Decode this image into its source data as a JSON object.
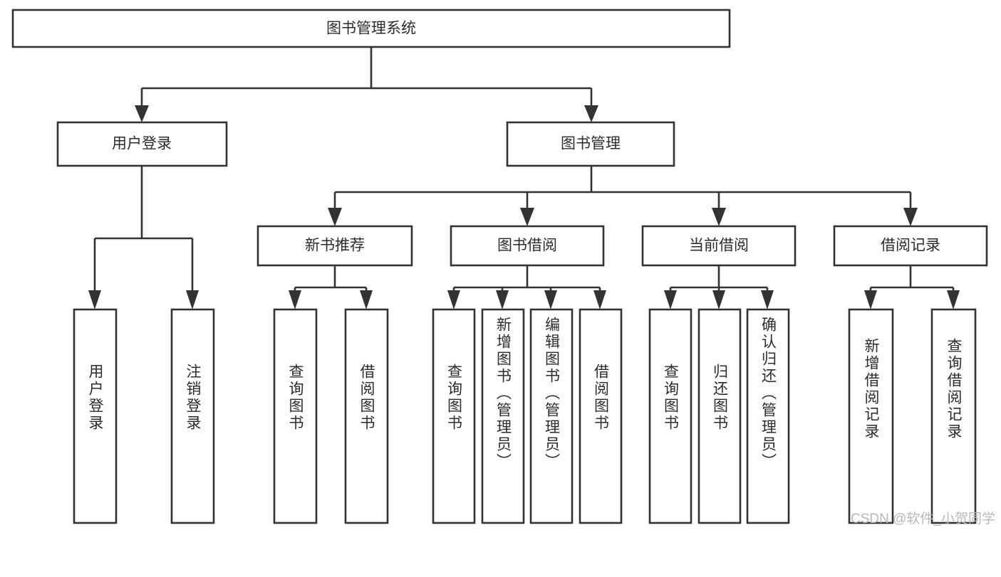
{
  "diagram": {
    "title": "图书管理系统",
    "type": "hierarchy-tree",
    "root": {
      "label": "图书管理系统",
      "orientation": "horizontal"
    },
    "level1": [
      {
        "label": "用户登录",
        "orientation": "horizontal"
      },
      {
        "label": "图书管理",
        "orientation": "horizontal"
      }
    ],
    "level2": [
      {
        "label": "新书推荐",
        "orientation": "horizontal",
        "parent": "图书管理"
      },
      {
        "label": "图书借阅",
        "orientation": "horizontal",
        "parent": "图书管理"
      },
      {
        "label": "当前借阅",
        "orientation": "horizontal",
        "parent": "图书管理"
      },
      {
        "label": "借阅记录",
        "orientation": "horizontal",
        "parent": "图书管理"
      }
    ],
    "leaves": {
      "user_login": [
        {
          "label": "用户登录",
          "orientation": "vertical"
        },
        {
          "label": "注销登录",
          "orientation": "vertical"
        }
      ],
      "new_book_recommend": [
        {
          "label": "查询图书",
          "orientation": "vertical"
        },
        {
          "label": "借阅图书",
          "orientation": "vertical"
        }
      ],
      "book_borrow": [
        {
          "label": "查询图书",
          "orientation": "vertical"
        },
        {
          "label": "新增图书（管理员）",
          "orientation": "vertical"
        },
        {
          "label": "编辑图书（管理员）",
          "orientation": "vertical"
        },
        {
          "label": "借阅图书",
          "orientation": "vertical"
        }
      ],
      "current_borrow": [
        {
          "label": "查询图书",
          "orientation": "vertical"
        },
        {
          "label": "归还图书",
          "orientation": "vertical"
        },
        {
          "label": "确认归还（管理员）",
          "orientation": "vertical"
        }
      ],
      "borrow_record": [
        {
          "label": "新增借阅记录",
          "orientation": "vertical"
        },
        {
          "label": "查询借阅记录",
          "orientation": "vertical"
        }
      ]
    }
  },
  "watermark": {
    "text": "CSDN @软件_小贺同学"
  },
  "colors": {
    "background": "#ffffff",
    "box_fill": "#ffffff",
    "box_stroke": "#333333",
    "text": "#2b2b2b",
    "watermark": "#b9b9b9"
  }
}
